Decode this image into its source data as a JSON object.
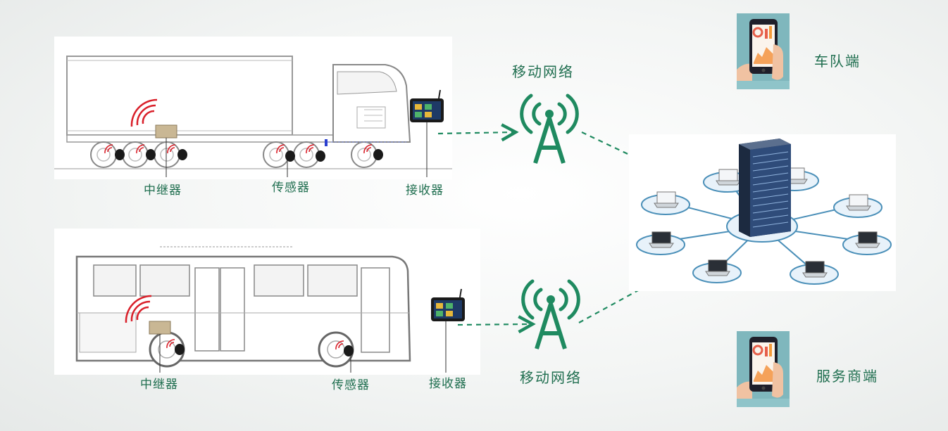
{
  "truck": {
    "relay_label": "中继器",
    "sensor_label": "传感器",
    "receiver_label": "接收器"
  },
  "bus": {
    "relay_label": "中继器",
    "sensor_label": "传感器",
    "receiver_label": "接收器"
  },
  "network_top": {
    "label": "移动网络"
  },
  "network_bottom": {
    "label": "移动网络"
  },
  "fleet": {
    "label": "车队端"
  },
  "service": {
    "label": "服务商端"
  },
  "colors": {
    "accent": "#1f8a60",
    "signal_red": "#d9202a",
    "panel": "#ffffff"
  }
}
